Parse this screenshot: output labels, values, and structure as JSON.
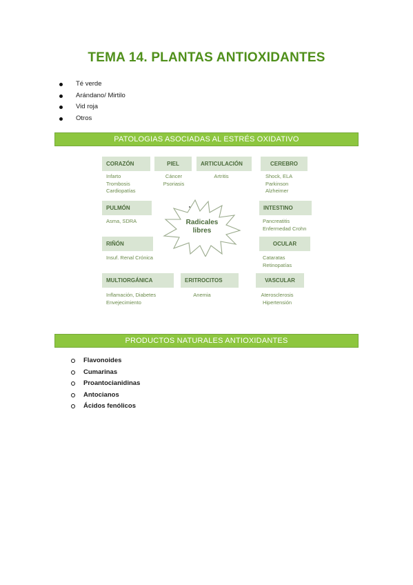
{
  "title": "TEMA 14. PLANTAS ANTIOXIDANTES",
  "plants": [
    "Té verde",
    "Arándano/ Mirtilo",
    "Vid roja",
    "Otros"
  ],
  "section1": {
    "banner": "PATOLOGIAS ASOCIADAS AL ESTRÉS OXIDATIVO",
    "center_label": [
      "Radicales",
      "libres"
    ],
    "groups": {
      "corazon": {
        "label": "CORAZÓN",
        "items": [
          "Infarto",
          "Trombosis",
          "Cardiopatías"
        ]
      },
      "piel": {
        "label": "PIEL",
        "items": [
          "Cáncer",
          "Psoriasis"
        ]
      },
      "articulacion": {
        "label": "ARTICULACIÓN",
        "items": [
          "Artritis"
        ]
      },
      "cerebro": {
        "label": "CEREBRO",
        "items": [
          "Shock, ELA",
          "Parkinson",
          "Alzheimer"
        ]
      },
      "pulmon": {
        "label": "PULMÓN",
        "items": [
          "Asma, SDRA"
        ]
      },
      "intestino": {
        "label": "INTESTINO",
        "items": [
          "Pancreatitis",
          "Enfermedad Crohn"
        ]
      },
      "rinon": {
        "label": "RIÑÓN",
        "items": [
          "Insuf. Renal Crónica"
        ]
      },
      "ocular": {
        "label": "OCULAR",
        "items": [
          "Cataratas",
          "Retinopatías"
        ]
      },
      "multiorganica": {
        "label": "MULTIORGÁNICA",
        "items": [
          "Inflamación, Diabetes",
          "Envejecimiento"
        ]
      },
      "eritrocitos": {
        "label": "ERITROCITOS",
        "items": [
          "Anemia"
        ]
      },
      "vascular": {
        "label": "VASCULAR",
        "items": [
          "Aterosclerosis",
          "Hipertensión"
        ]
      }
    }
  },
  "section2": {
    "banner": "PRODUCTOS NATURALES ANTIOXIDANTES",
    "items": [
      "Flavonoides",
      "Cumarinas",
      "Proantocianidinas",
      "Antocianos",
      "Ácidos fenólicos"
    ]
  }
}
